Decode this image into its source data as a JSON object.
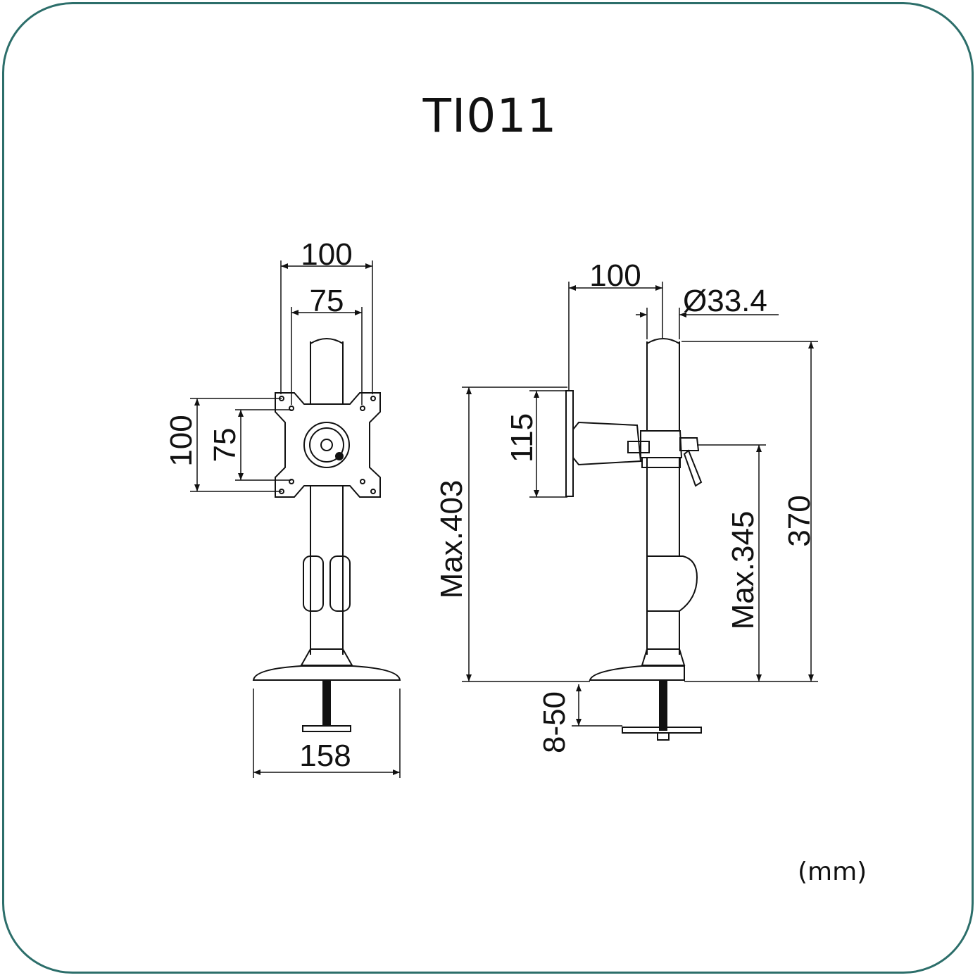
{
  "title": "TI011",
  "unit": "(mm)",
  "colors": {
    "frame": "#2c6e6a",
    "line": "#111111"
  },
  "front_view": {
    "dims": {
      "top_width_outer": "100",
      "top_width_inner": "75",
      "left_height_outer": "100",
      "left_height_inner": "75",
      "base_width": "158"
    }
  },
  "side_view": {
    "dims": {
      "arm_reach": "100",
      "pole_diameter": "Ø33.4",
      "plate_height": "115",
      "max_height": "Max.403",
      "max_mount_height": "Max.345",
      "pole_height": "370",
      "clamp_range": "8-50"
    }
  }
}
